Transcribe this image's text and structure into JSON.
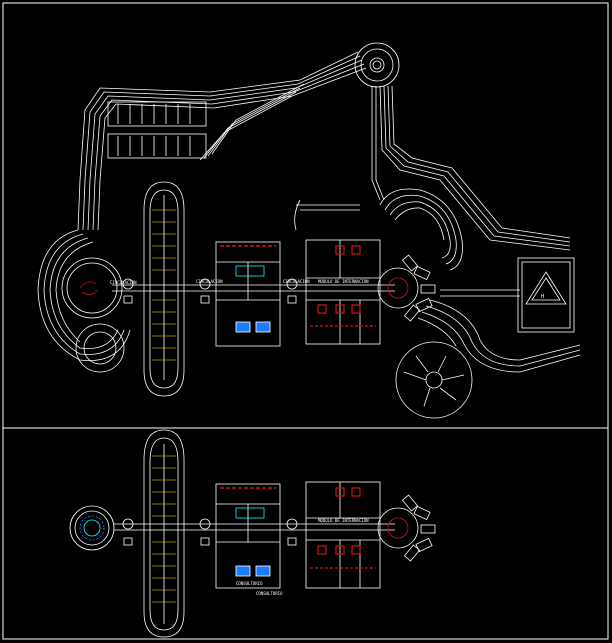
{
  "drawing": {
    "background_color": "#000000",
    "line_color": "#ffffff",
    "accent_red": "#d21414",
    "accent_blue": "#1e7bff",
    "accent_cyan": "#00ffff",
    "accent_yellow": "#ffe600"
  },
  "labels": {
    "helipad_letter": "H",
    "module_label_top": "MODULO DE INTERNACION",
    "module_label_bottom": "MODULO DE INTERNACION",
    "corridor_label_1": "CIRCULACION",
    "corridor_label_2": "CIRCULACION",
    "corridor_label_3": "CIRCULACION",
    "blue_room_1": "CONSULTORIO",
    "blue_room_2": "CONSULTORIO"
  },
  "views": [
    {
      "name": "site-plan"
    },
    {
      "name": "floor-plan"
    }
  ]
}
